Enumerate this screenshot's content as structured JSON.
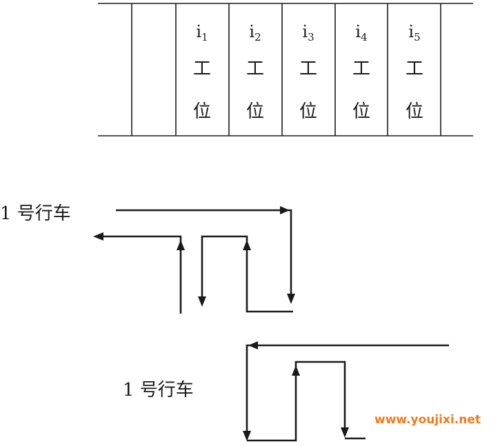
{
  "stations": [
    {
      "var": "i",
      "sub": "1",
      "line1": "工",
      "line2": "位"
    },
    {
      "var": "i",
      "sub": "2",
      "line1": "工",
      "line2": "位"
    },
    {
      "var": "i",
      "sub": "3",
      "line1": "工",
      "line2": "位"
    },
    {
      "var": "i",
      "sub": "4",
      "line1": "工",
      "line2": "位"
    },
    {
      "var": "i",
      "sub": "5",
      "line1": "工",
      "line2": "位"
    }
  ],
  "trolley_top_label": "1 号行车",
  "trolley_bottom_label": "1 号行车",
  "watermark": "www.youjixi.net",
  "colors": {
    "ink": "#1a1a1a",
    "watermark": "#f07a1a",
    "background": "#ffffff"
  }
}
